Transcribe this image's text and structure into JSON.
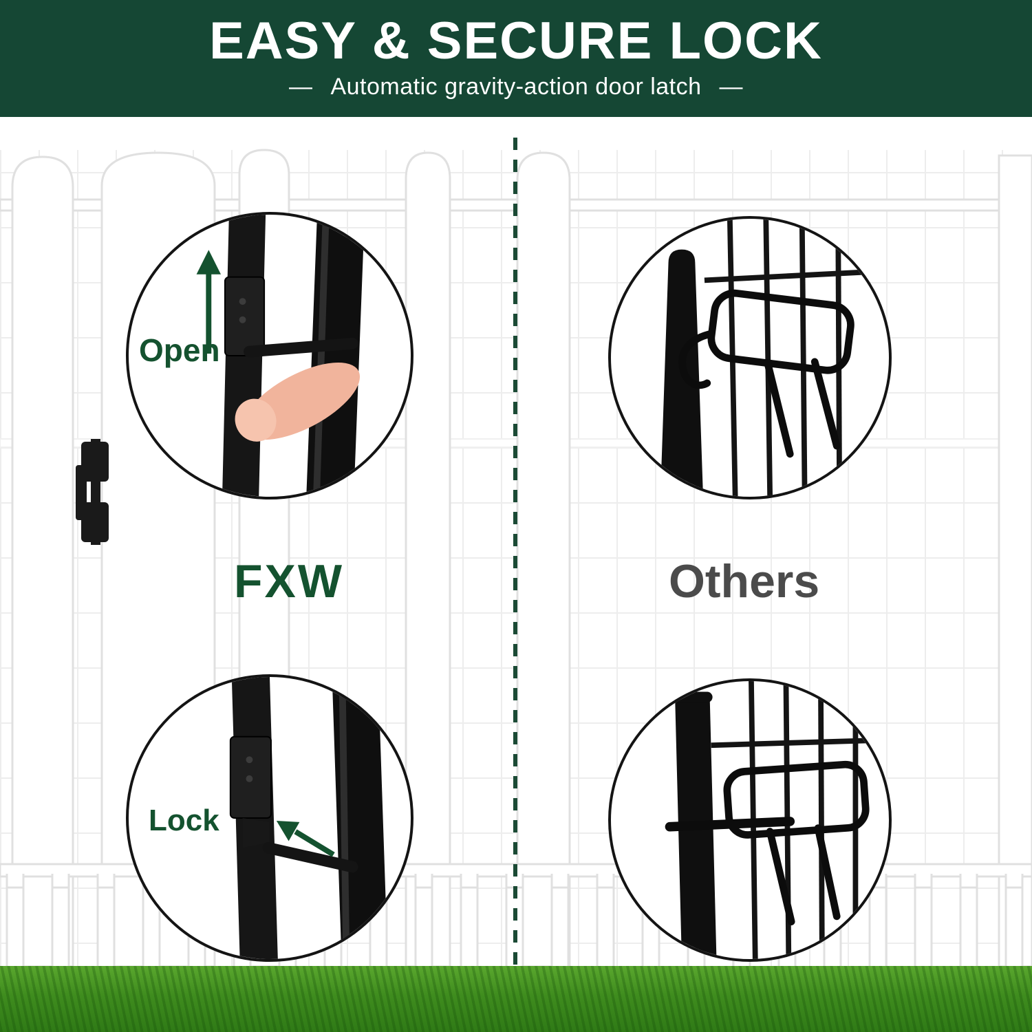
{
  "header": {
    "title": "EASY & SECURE LOCK",
    "dash": "—",
    "subtitle": "Automatic gravity-action door latch"
  },
  "left": {
    "brand": "FXW",
    "callout_top_label": "Open",
    "callout_bottom_label": "Lock"
  },
  "right": {
    "brand": "Others"
  },
  "colors": {
    "header_bg": "#154734",
    "accent_green": "#14522F",
    "others_gray": "#4B4B4B",
    "grass_green": "#3F8C1E",
    "latch_black": "#141414"
  },
  "icons": {
    "open_arrow": "arrow-up",
    "lock_arrow": "arrow-up-left"
  }
}
